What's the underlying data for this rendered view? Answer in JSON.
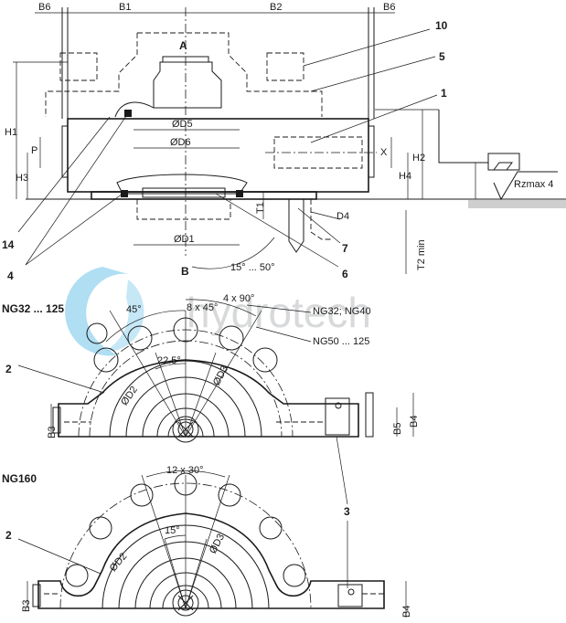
{
  "labels": {
    "B6_left": "B6",
    "B1": "B1",
    "B2": "B2",
    "B6_right": "B6",
    "A": "A",
    "B": "B",
    "D5": "ØD5",
    "D6": "ØD6",
    "D1": "ØD1",
    "D4": "D4",
    "H1": "H1",
    "H2": "H2",
    "H3": "H3",
    "H4": "H4",
    "P": "P",
    "X": "X",
    "T1": "T1",
    "T2min": "T2 min",
    "angle_range": "15° ... 50°",
    "rz": "Rzmax 4",
    "ng_small": "NG32 ... 125",
    "ng_large": "NG160",
    "ang45": "45°",
    "ang8x45": "8 x 45°",
    "ang4x90": "4 x 90°",
    "ng32_40": "NG32; NG40",
    "ng50_125": "NG50 ... 125",
    "ang22_5": "22.5°",
    "D2_a": "ØD2",
    "D3_a": "ØD3",
    "B3_a": "B3",
    "B5": "B5",
    "B4_a": "B4",
    "ang12x30": "12 x 30°",
    "ang15": "15°",
    "D2_b": "ØD2",
    "D3_b": "ØD3",
    "B3_b": "B3",
    "B4_b": "B4"
  },
  "callouts": {
    "c10": "10",
    "c5": "5",
    "c1": "1",
    "c14": "14",
    "c4": "4",
    "c7": "7",
    "c6": "6",
    "c2_a": "2",
    "c3": "3",
    "c2_b": "2"
  },
  "watermark": "hydrotech",
  "colors": {
    "ink": "#1a1a1a",
    "watermark": "#c9ccce",
    "watermark_logo": "#6fc3e8",
    "surface": "#cfcfcf"
  }
}
